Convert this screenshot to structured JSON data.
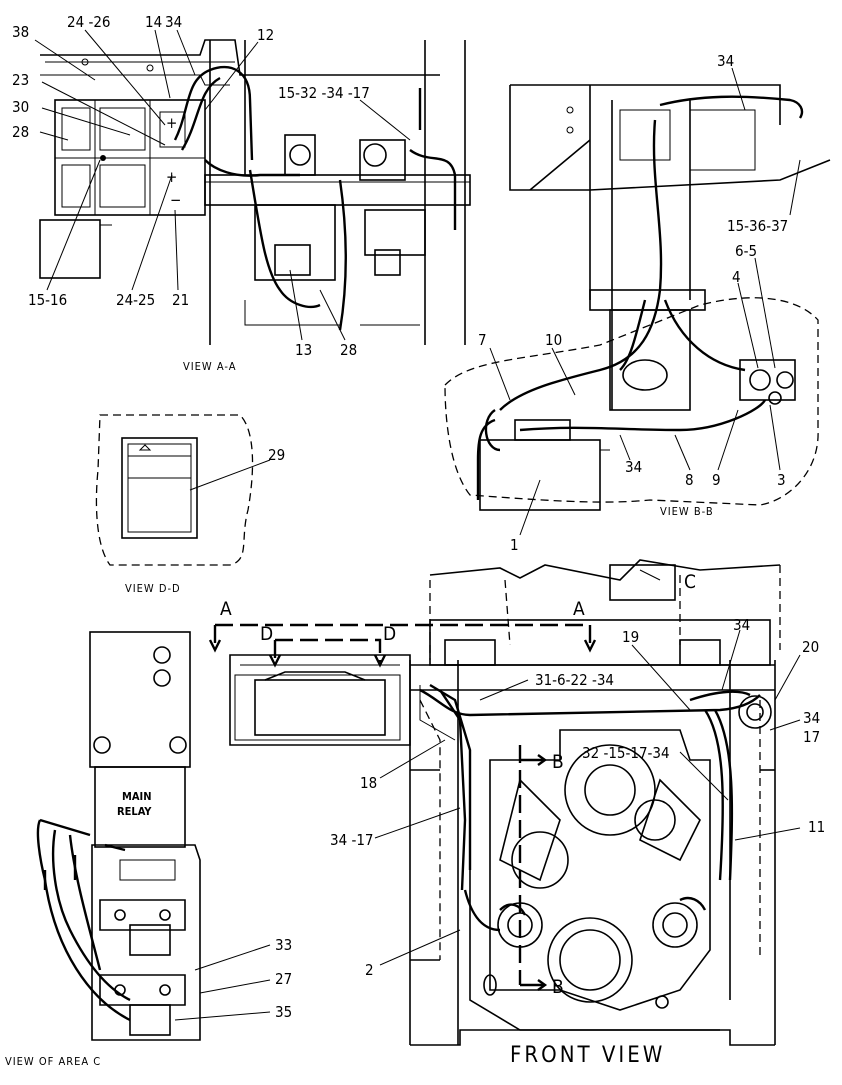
{
  "views": {
    "view_aa": "VIEW A-A",
    "view_bb": "VIEW B-B",
    "view_dd": "VIEW D-D",
    "view_area_c": "VIEW OF AREA C",
    "front_view": "FRONT VIEW"
  },
  "section_letters": {
    "a_left": "A",
    "a_right": "A",
    "d_left": "D",
    "d_right": "D",
    "b_top": "B",
    "b_bottom": "B",
    "c": "C"
  },
  "relay_label": {
    "line1": "MAIN",
    "line2": "RELAY"
  },
  "callouts": {
    "c38": "38",
    "c24_26": "24 -26",
    "c14": "14",
    "c34_aa": "34",
    "c12": "12",
    "c23": "23",
    "c30": "30",
    "c28_top": "28",
    "c15_32_34_17": "15-32 -34 -17",
    "c15_16": "15-16",
    "c24_25": "24-25",
    "c21": "21",
    "c13": "13",
    "c28_bottom": "28",
    "c34_bb": "34",
    "c15_36_37": "15-36-37",
    "c6_5": "6-5",
    "c4": "4",
    "c7": "7",
    "c10": "10",
    "c34_bb2": "34",
    "c8": "8",
    "c9": "9",
    "c3": "3",
    "c1": "1",
    "c29": "29",
    "c34_fv": "34",
    "c19": "19",
    "c20": "20",
    "c31_6_22_34": "31-6-22 -34",
    "c34_17_right_a": "34",
    "c34_17_right_b": "17",
    "c32_15_17_34": "32 -15-17-34",
    "c18": "18",
    "c34_17_left": "34 -17",
    "c11": "11",
    "c2": "2",
    "c33": "33",
    "c27": "27",
    "c35": "35"
  }
}
